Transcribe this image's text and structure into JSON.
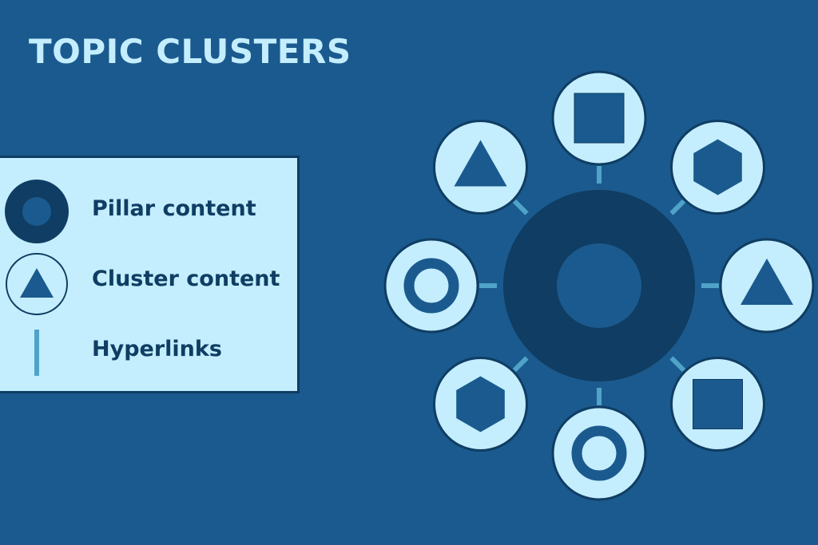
{
  "title": "TOPIC CLUSTERS",
  "legend": {
    "items": [
      {
        "label": "Pillar content",
        "icon": "pillar-ring-icon"
      },
      {
        "label": "Cluster content",
        "icon": "cluster-triangle-icon"
      },
      {
        "label": "Hyperlinks",
        "icon": "link-line-icon"
      }
    ]
  },
  "diagram": {
    "pillar": "pillar-content",
    "clusters": [
      "square",
      "hexagon",
      "triangle",
      "square",
      "ring",
      "hexagon",
      "ring",
      "triangle"
    ]
  },
  "colors": {
    "background": "#1b5a8e",
    "dark": "#0f3d63",
    "light": "#c4eefd",
    "link": "#4fa3c8"
  }
}
